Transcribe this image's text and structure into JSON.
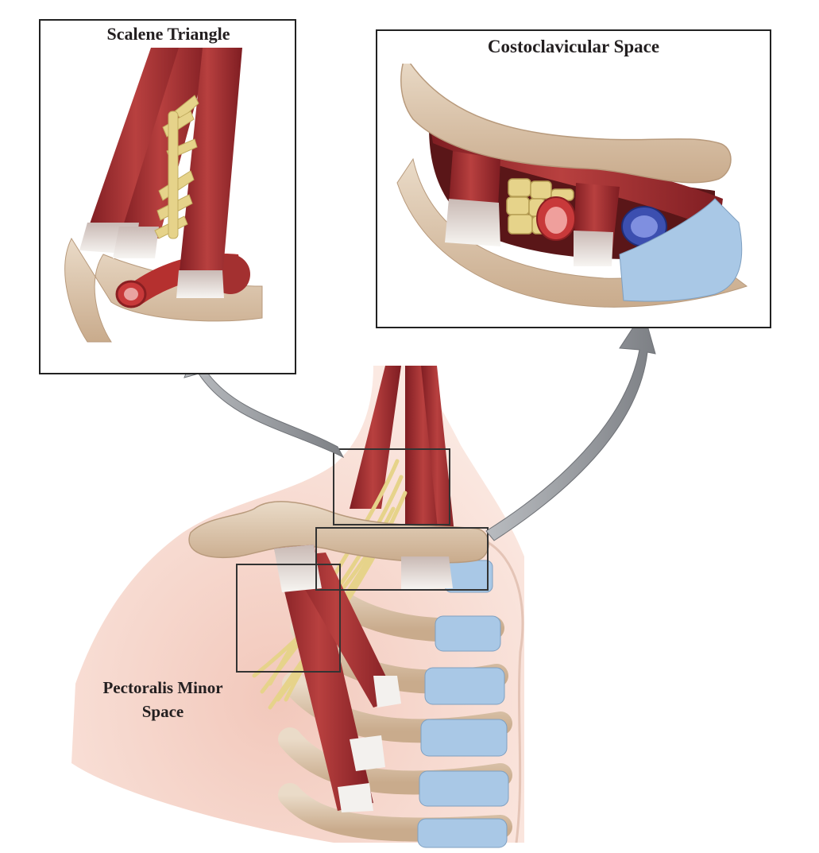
{
  "labels": {
    "scalene_triangle": "Scalene Triangle",
    "costoclavicular_space": "Costoclavicular Space",
    "pectoralis_minor_line1": "Pectoralis Minor",
    "pectoralis_minor_line2": "Space"
  },
  "colors": {
    "skin": "#f4d3c8",
    "muscle": "#9e2a2b",
    "muscle_highlight": "#c2504d",
    "tendon": "#f3f1ee",
    "bone": "#dcc3a8",
    "cartilage": "#a9c8e6",
    "nerve": "#e6d38a",
    "artery": "#c8393a",
    "vein": "#3c4fb0",
    "arrow": "#8e9196",
    "frame": "#222222"
  }
}
